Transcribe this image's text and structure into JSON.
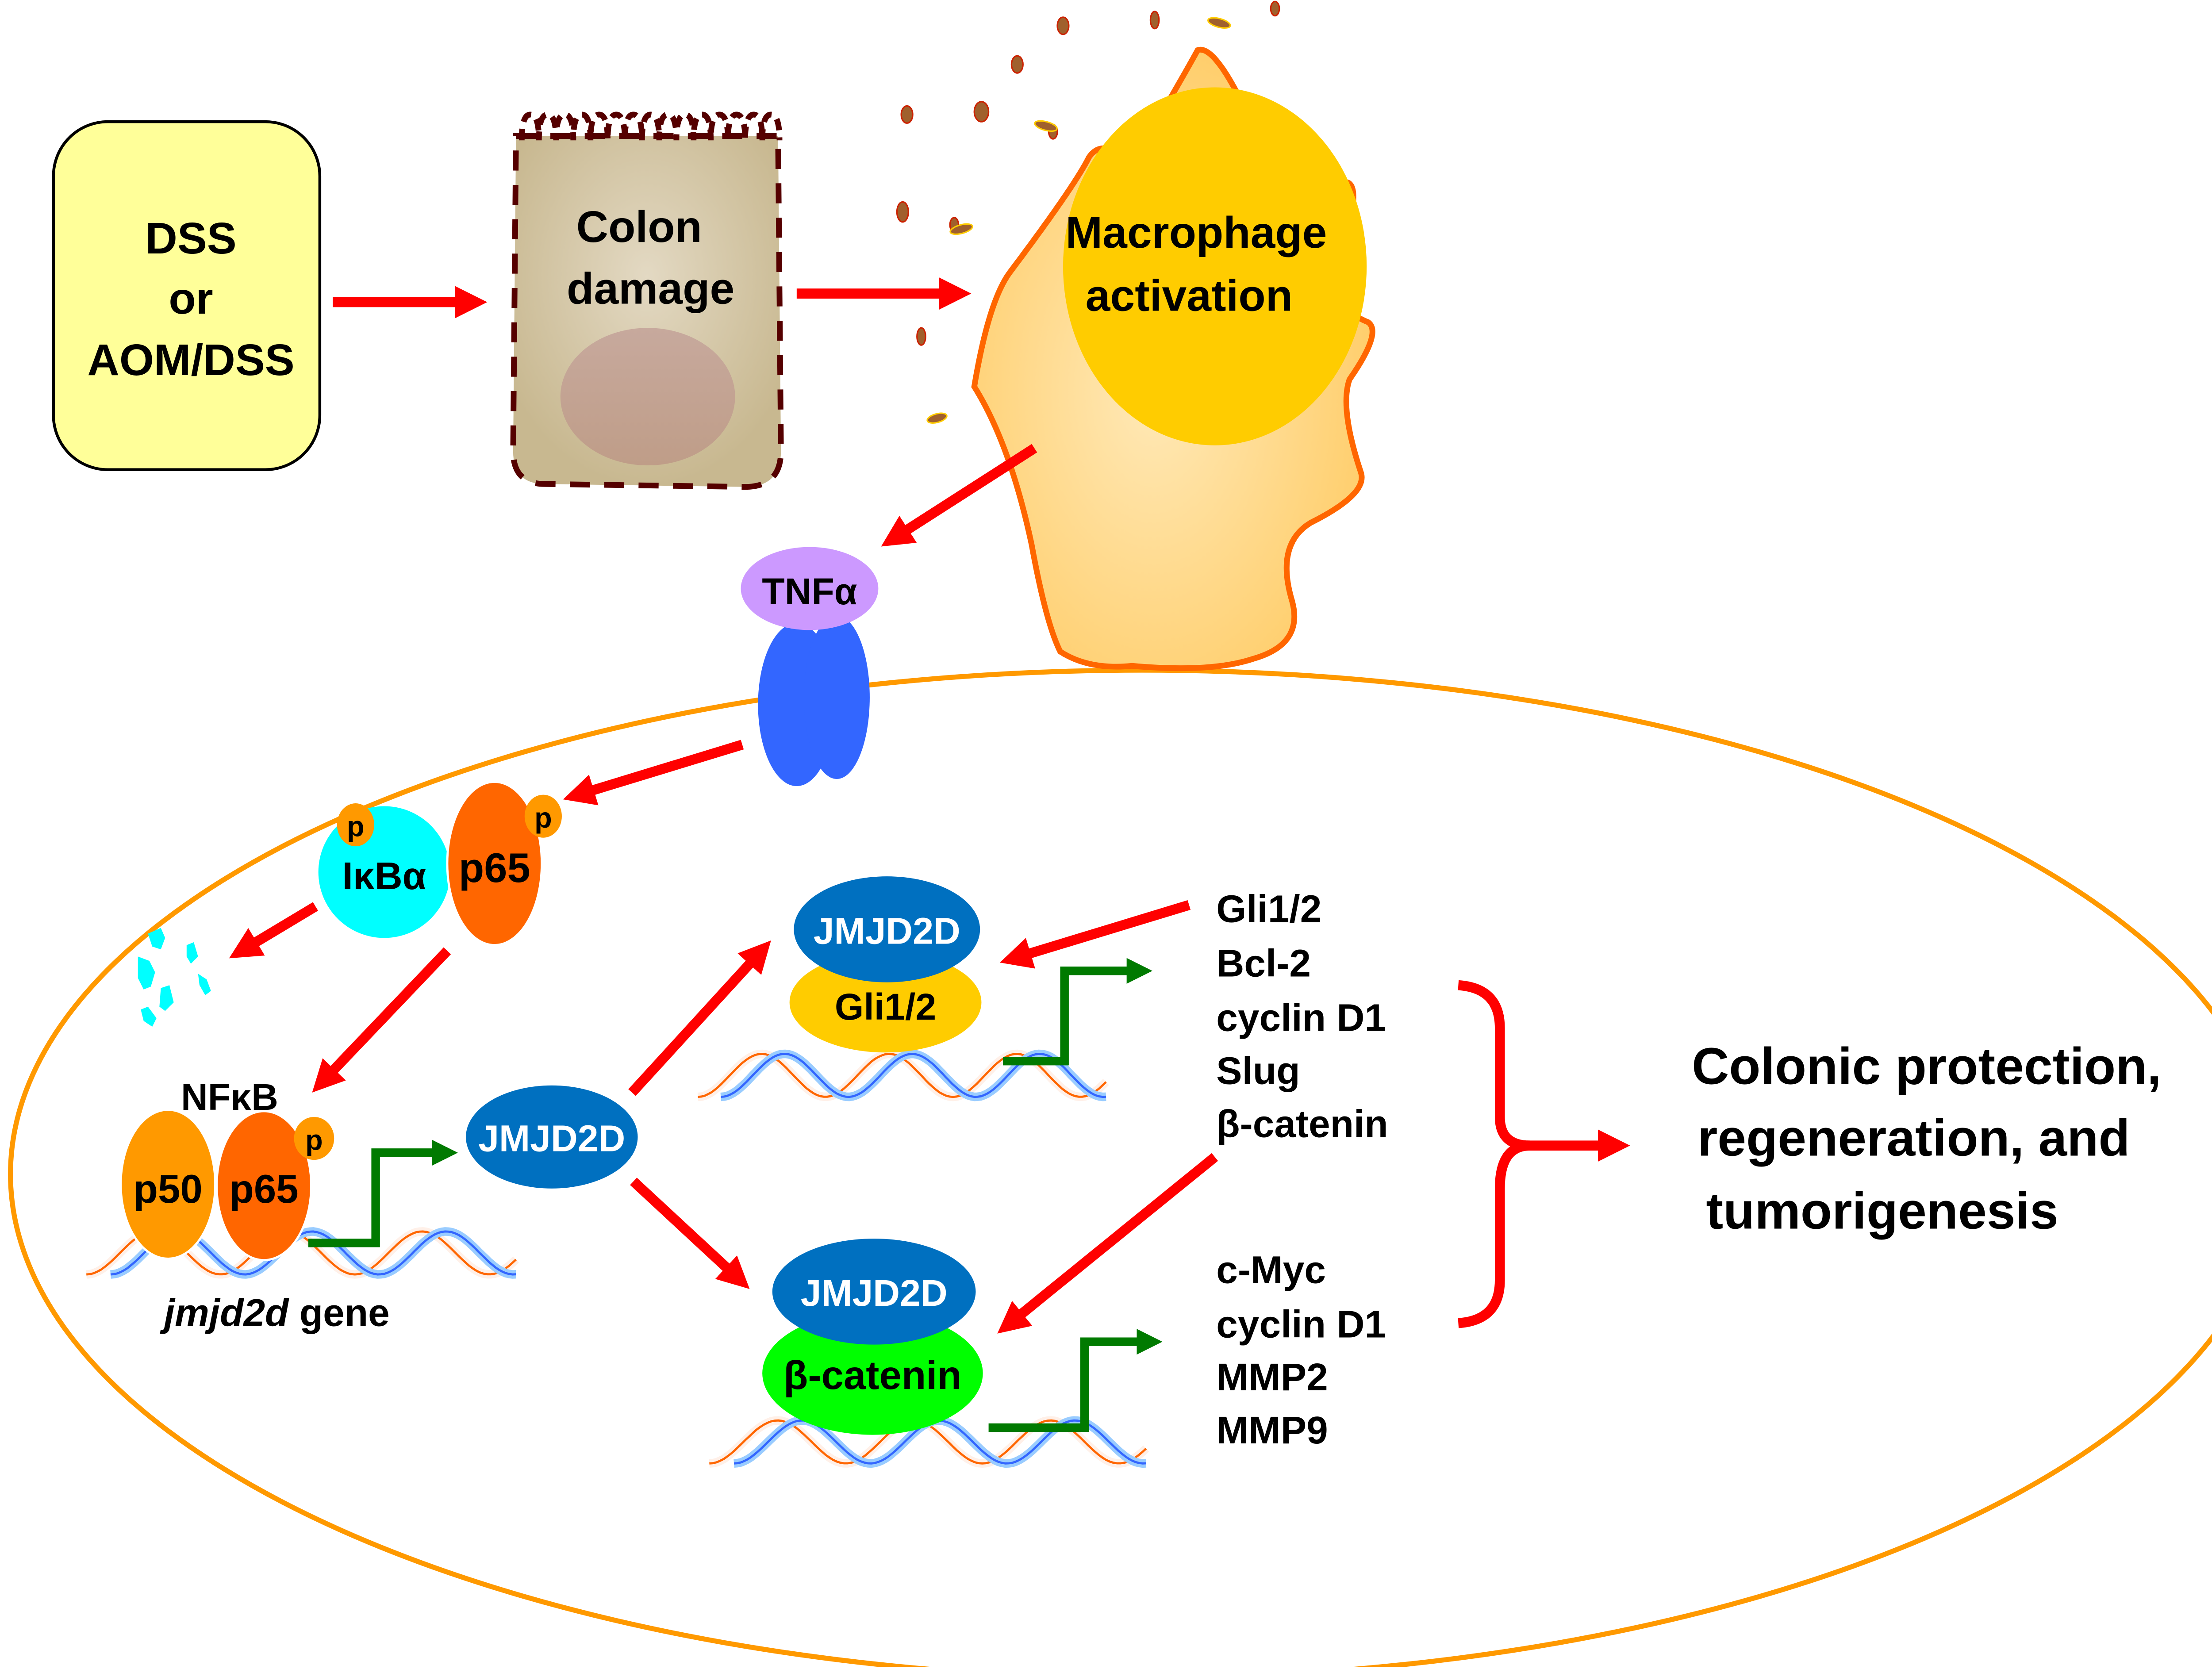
{
  "colors": {
    "arrow_red": "#ff0000",
    "promoter_green": "#007a00",
    "cell_membrane": "#ff9900",
    "dss_box_fill": "#ffff99",
    "colon_cell_fill": "#c8b890",
    "colon_cell_border": "#550000",
    "colon_nucleus": "#c09a8a",
    "macrophage_fill": "#ffd27f",
    "macrophage_border": "#ff6600",
    "macrophage_nucleus": "#ffcc00",
    "tnf_fill": "#cc99ff",
    "receptor_fill": "#3366ff",
    "ikba_fill": "#00ffff",
    "p65_fill": "#ff6600",
    "p50_fill": "#ff9900",
    "phospho_fill": "#ff9900",
    "jmjd2d_fill": "#0070c0",
    "gli_fill": "#ffcc00",
    "bcatenin_fill": "#00ff00",
    "dna_orange": "#ff6600",
    "dna_blue": "#3366ff",
    "dna_blue_fill": "#99ccff",
    "dna_orange_fill": "#fff0e8"
  },
  "top_row": {
    "trigger": [
      "DSS",
      "or",
      "AOM/DSS"
    ],
    "colon": [
      "Colon",
      "damage"
    ],
    "macrophage": [
      "Macrophage",
      "activation"
    ]
  },
  "ligand": {
    "tnf": "TNFα"
  },
  "cytoplasm": {
    "ikba": "IκBα",
    "p65": "p65",
    "phospho": "p"
  },
  "nfkb": {
    "title": "NFκB",
    "p50": "p50",
    "p65": "p65",
    "phospho": "p",
    "gene_italic": "jmjd2d",
    "gene_suffix": " gene"
  },
  "jmjd2d": {
    "label": "JMJD2D"
  },
  "complex_upper": {
    "top": "JMJD2D",
    "bottom": "Gli1/2",
    "targets": [
      "Gli1/2",
      "Bcl-2",
      "cyclin D1",
      "Slug",
      "β-catenin"
    ]
  },
  "complex_lower": {
    "top": "JMJD2D",
    "bottom": "β-catenin",
    "targets": [
      "c-Myc",
      "cyclin D1",
      "MMP2",
      "MMP9"
    ]
  },
  "outcome": {
    "lines": [
      "Colonic protection,",
      "regeneration, and",
      "tumorigenesis"
    ]
  }
}
